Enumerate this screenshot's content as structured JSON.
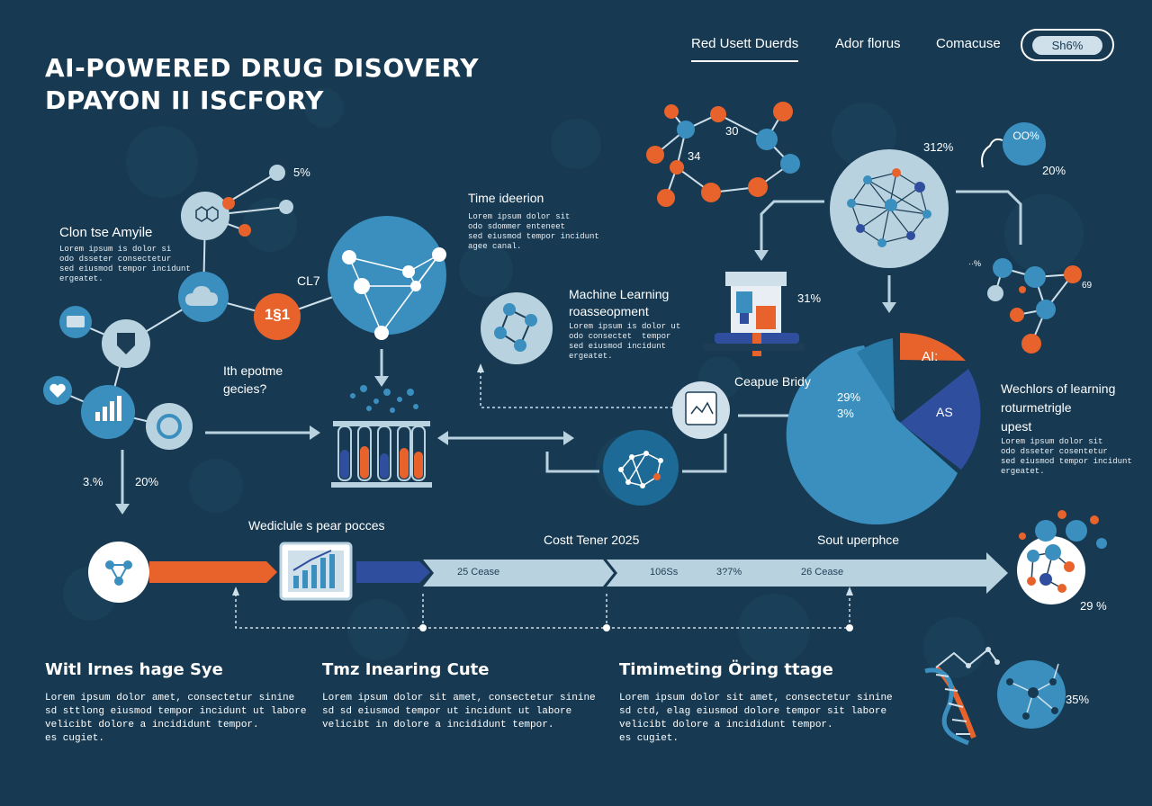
{
  "header": {
    "title_line1": "AI-POWERED DRUG DISOVERY",
    "title_line2": "DPAYON II ISCFORY",
    "nav": [
      "Red Usett Duerds",
      "Ador florus",
      "Comacuse"
    ],
    "pill": "Sh6%"
  },
  "left_panel": {
    "title": "Clon tse Amyile",
    "body": "Lorem ipsum is dolor si\nodo dsseter consectetur\nsed eiusmod tempor incidunt\nergeatet.",
    "stat_top": "5%",
    "node_label": "1§1",
    "question": "Ith epotme\ngecies?",
    "stat_a": "3.%",
    "stat_b": "20%"
  },
  "center": {
    "cl_label": "CL7",
    "time_title": "Time ideerion",
    "time_body": "Lorem ipsum dolor sit\nodo sdommer enteneet\nsed eiusmod tempor incidunt\nagee canal.",
    "ml_title": "Machine Learning\nroasseopment",
    "ml_body": "Lorem ipsum is dolor ut\nodo consectet  tempor\nsed eiusmod incidunt\nergeatet.",
    "lab_stat": "31%",
    "cap_label": "Ceapue Bridy"
  },
  "top_right": {
    "mol_30": "30",
    "mol_34": "34",
    "stat_312": "312%",
    "stat_00": "OO%",
    "stat_20": "20%",
    "stat_small": "··%",
    "stat_69": "69"
  },
  "pie": {
    "label_ai": "AI:",
    "label_as": "AS",
    "label_29": "29%",
    "label_3": "3%",
    "side_title": "Wechlors of learning\nroturmetrigle\nupest",
    "side_body": "Lorem ipsum dolor sit\nodo dsseter cosentetur\nsed eiusmod tempor incidunt\nergeatet."
  },
  "timeline": {
    "left_title": "Wediclule s pear pocces",
    "mid_title": "Costt Tener 2025",
    "right_title": "Sout uperphce",
    "seg1": "25 Cease",
    "seg2": "106Ss",
    "seg3": "3?7%",
    "seg4": "26 Cease",
    "end_stat": "29 %"
  },
  "sections": [
    {
      "title": "Witl Irnes hage Sye",
      "body": "Lorem ipsum dolor amet, consectetur sinine\nsd sttlong eiusmod tempor incidunt ut labore\nvelicibt dolore a incididunt tempor.\nes cugiet."
    },
    {
      "title": "Tmz Inearing Cute",
      "body": "Lorem ipsum dolor sit amet, consectetur sinine\nsd sd eiusmod tempor ut incidunt ut labore\nvelicibt in dolore a incididunt tempor."
    },
    {
      "title": "Timimeting Öring ttage",
      "body": "Lorem ipsum dolor sit amet, consectetur sinine\nsd ctd, elag eiusmod dolore tempor sit labore\nvelicibt dolore a incididunt tempor.\nes cugiet."
    }
  ],
  "dna_stat": "35%",
  "colors": {
    "background": "#173a52",
    "accent_orange": "#e8632b",
    "accent_blue": "#3a8fbf",
    "accent_navy": "#2f4f9e",
    "light": "#b9d2df"
  }
}
